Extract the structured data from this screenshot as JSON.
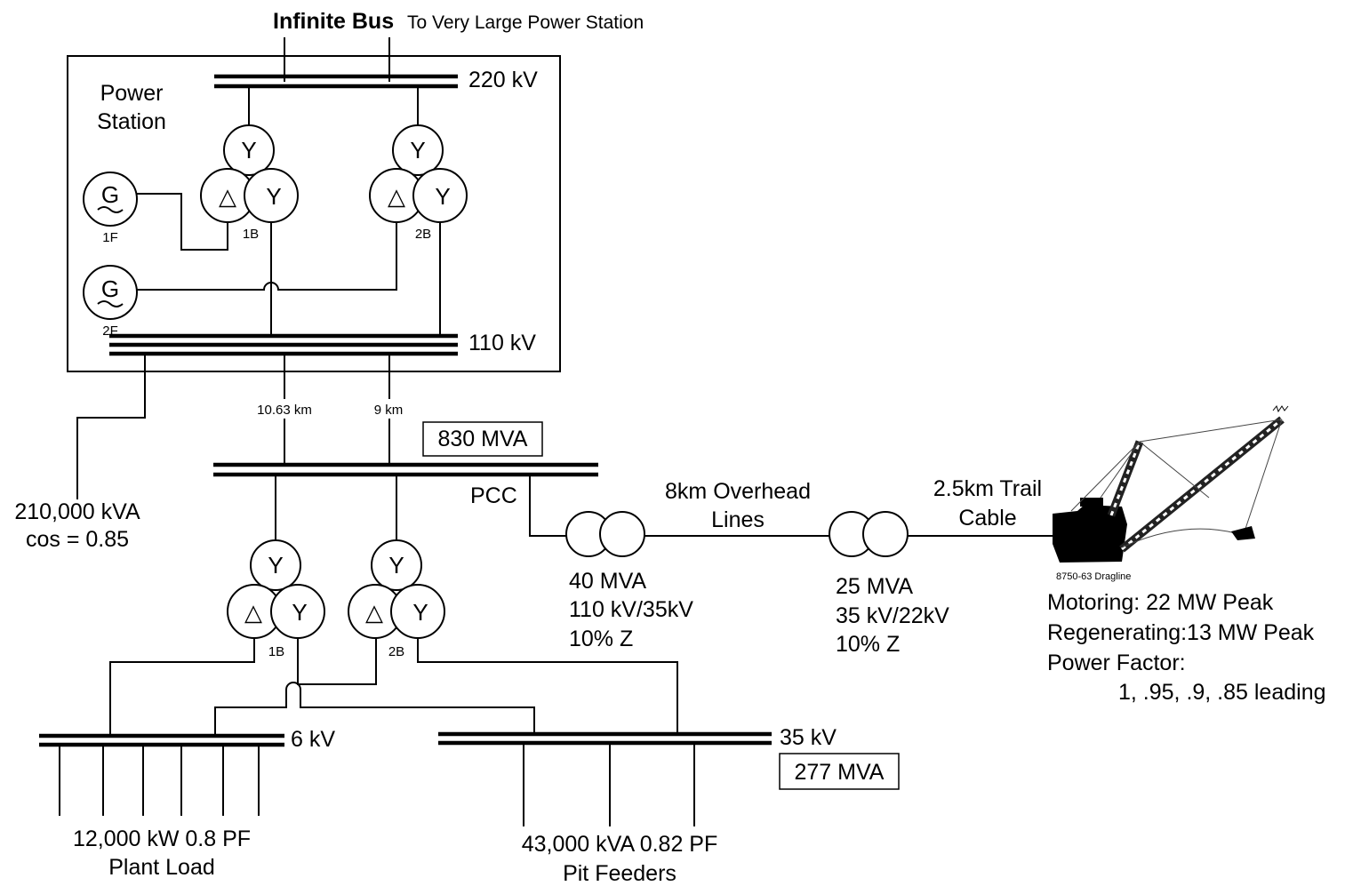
{
  "infinite_bus": {
    "title": "Infinite Bus",
    "subtitle": "To Very Large Power Station"
  },
  "station": {
    "label_line1": "Power",
    "label_line2": "Station",
    "bus_220": "220 kV",
    "bus_110": "110 kV",
    "gen1": {
      "symbol": "G",
      "tag": "1F"
    },
    "gen2": {
      "symbol": "G",
      "tag": "2F"
    },
    "xfmr1": {
      "tag": "1B",
      "w_top": "Y",
      "w_left": "△",
      "w_right": "Y"
    },
    "xfmr2": {
      "tag": "2B",
      "w_top": "Y",
      "w_left": "△",
      "w_right": "Y"
    }
  },
  "lines": {
    "line1": "10.63 km",
    "line2": "9 km"
  },
  "local_load": {
    "line1": "210,000 kVA",
    "line2": "cos = 0.85"
  },
  "pcc": {
    "label": "PCC",
    "fault_level": "830 MVA"
  },
  "plant_xfmr1": {
    "tag": "1B",
    "w_top": "Y",
    "w_left": "△",
    "w_right": "Y"
  },
  "plant_xfmr2": {
    "tag": "2B",
    "w_top": "Y",
    "w_left": "△",
    "w_right": "Y"
  },
  "bus_6kv": "6 kV",
  "bus_35kv": {
    "label": "35 kV",
    "fault_level": "277 MVA"
  },
  "plant_load": {
    "line1": "12,000 kW 0.8 PF",
    "line2": "Plant Load"
  },
  "pit_feeders": {
    "line1": "43,000 kVA 0.82 PF",
    "line2": "Pit Feeders"
  },
  "overhead": {
    "line1": "8km Overhead",
    "line2": "Lines"
  },
  "t40": {
    "line1": "40 MVA",
    "line2": "110 kV/35kV",
    "line3": "10% Z"
  },
  "t25": {
    "line1": "25 MVA",
    "line2": "35 kV/22kV",
    "line3": "10% Z"
  },
  "trail": {
    "line1": "2.5km Trail",
    "line2": "Cable"
  },
  "dragline": {
    "caption": "8750-63 Dragline",
    "motoring": "Motoring: 22 MW Peak",
    "regenerating": "Regenerating:13 MW Peak",
    "pf_label": "Power Factor:",
    "pf_values": "1, .95, .9, .85 leading"
  }
}
